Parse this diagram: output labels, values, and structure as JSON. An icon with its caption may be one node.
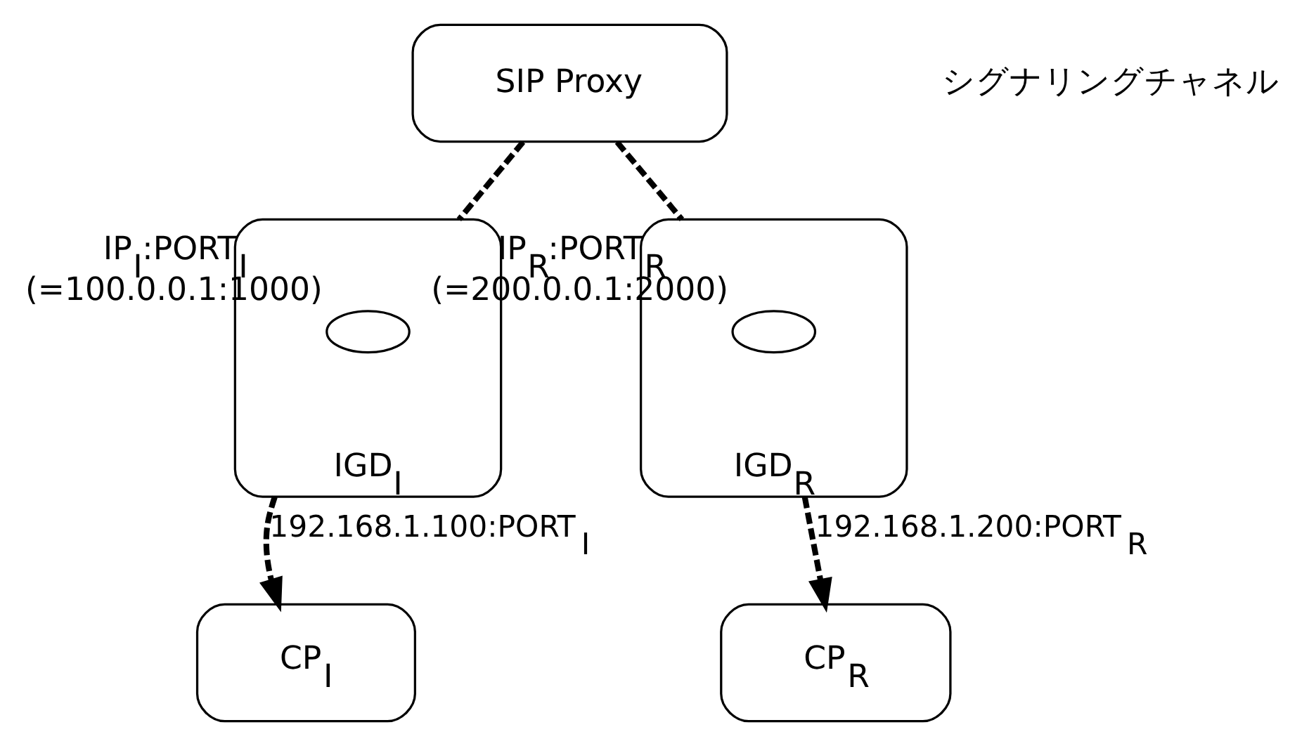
{
  "diagram": {
    "nodes": [
      {
        "text": [
          "SIP Proxy"
        ]
      },
      {
        "text": [
          "IGD$_{I}$"
        ]
      },
      {
        "text": [],
        "shape": "ellipse",
        "in": 1,
        "beside": [
          "IP$_{I}$:PORT$_{I}$ (=100.0.0.1:1000)"
        ]
      },
      {
        "text": [
          "IGD$_{R}$"
        ]
      },
      {
        "text": [],
        "shape": "ellipse",
        "in": 3,
        "beside": [
          "IP$_{R}$:PORT$_{R}$ (=200.0.0.1:2000)"
        ]
      },
      {
        "text": [
          "CP$_{I}$"
        ]
      },
      {
        "text": [
          "CP$_{R}$"
        ]
      }
    ],
    "edges": [
      {
        "from": 0,
        "to": 1,
        "arrow": "none",
        "style": "dashed"
      },
      {
        "from": 0,
        "to": 3,
        "arrow": "none",
        "style": "dashed"
      },
      {
        "from": 1,
        "to": 5,
        "arrow": "to",
        "style": "dashed",
        "label": "192.168.1.100:PORT$_{I}$"
      },
      {
        "from": 3,
        "to": 6,
        "arrow": "to",
        "style": "dashed",
        "label": "192.168.1.200:PORT$_{R}$"
      }
    ],
    "labels": [
      "シグナリングチャネル"
    ]
  }
}
